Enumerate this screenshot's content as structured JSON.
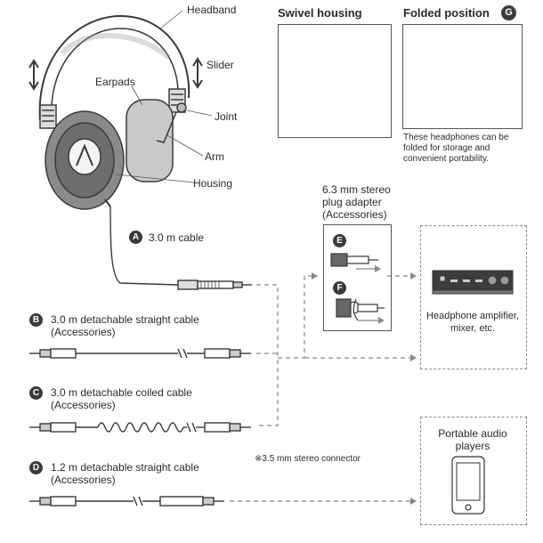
{
  "headphone_labels": {
    "headband": "Headband",
    "slider": "Slider",
    "earpads": "Earpads",
    "joint": "Joint",
    "arm": "Arm",
    "housing": "Housing"
  },
  "panels": {
    "swivel_title": "Swivel housing",
    "folded_title": "Folded position",
    "folded_badge": "G",
    "folded_caption": "These headphones can be folded for storage and convenient portability."
  },
  "adapter": {
    "title": "6.3 mm stereo plug adapter (Accessories)",
    "badge_e": "E",
    "badge_f": "F"
  },
  "amp": {
    "label": "Headphone amplifier, mixer, etc."
  },
  "portable": {
    "label": "Portable audio players"
  },
  "cables": [
    {
      "badge": "A",
      "label": "3.0 m cable"
    },
    {
      "badge": "B",
      "label": "3.0 m detachable straight cable (Accessories)"
    },
    {
      "badge": "C",
      "label": "3.0 m detachable coiled cable (Accessories)"
    },
    {
      "badge": "D",
      "label": "1.2 m detachable straight cable (Accessories)"
    }
  ],
  "note": "※3.5 mm stereo connector"
}
